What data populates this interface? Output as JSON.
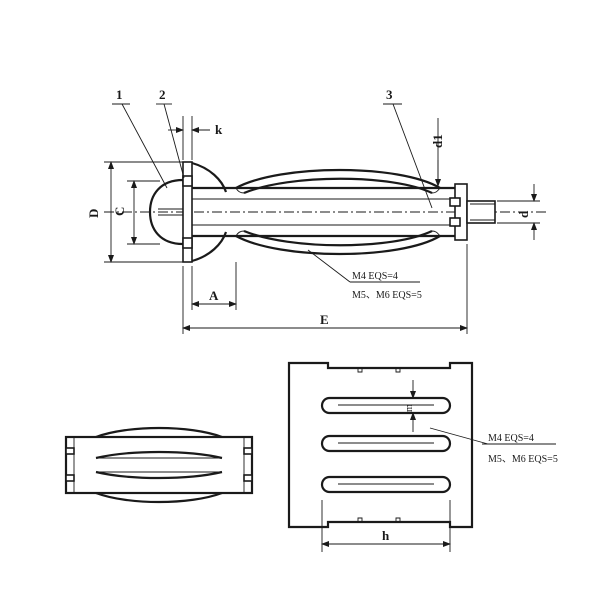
{
  "part_numbers": [
    "1",
    "2",
    "3"
  ],
  "dimensions": {
    "k": "k",
    "d1": "d1",
    "D": "D",
    "C": "C",
    "d": "d",
    "A": "A",
    "E": "E",
    "m": "m",
    "h": "h"
  },
  "notes": {
    "main_line1": "M4 EQS=4",
    "main_line2": "M5、M6 EQS=5",
    "flat_line1": "M4 EQS=4",
    "flat_line2": "M5、M6 EQS=5"
  }
}
